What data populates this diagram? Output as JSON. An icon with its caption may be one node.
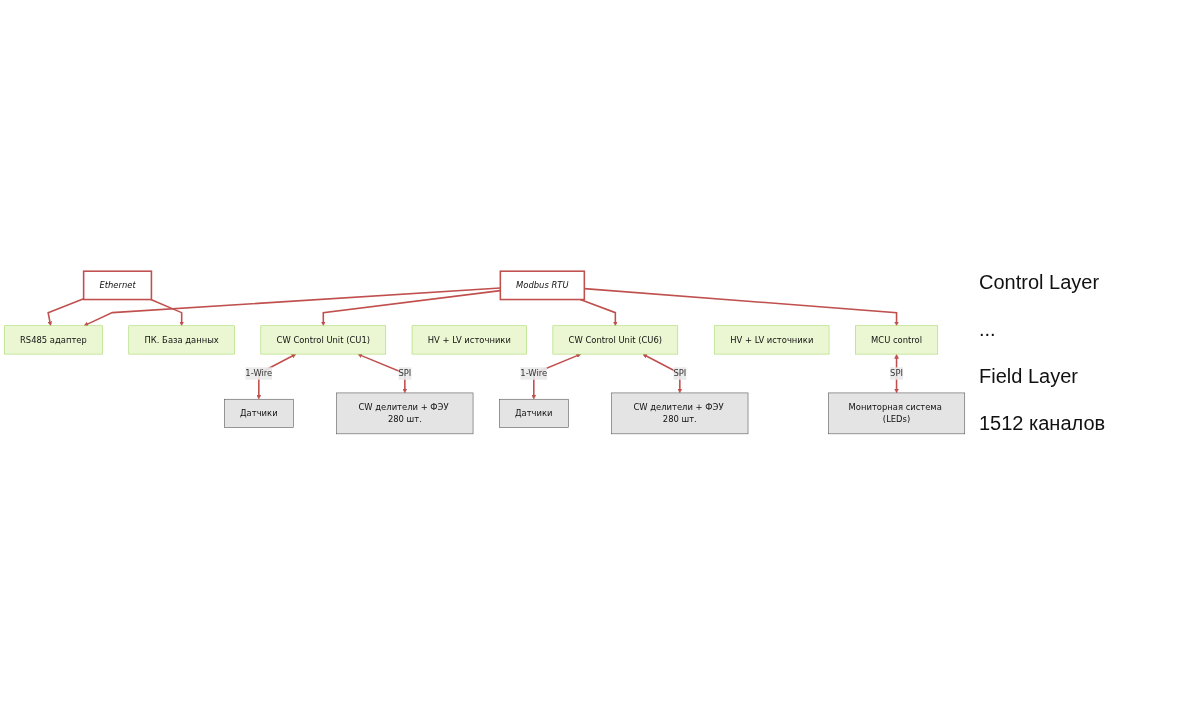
{
  "diagram": {
    "nodes": [
      {
        "text": [
          "Ethernet"
        ]
      },
      {
        "text": [
          "RS485 адаптер"
        ]
      },
      {
        "text": [
          "ПК. База данных"
        ]
      },
      {
        "text": [
          "Modbus RTU"
        ]
      },
      {
        "text": [
          "CW Control Unit (CU1)"
        ]
      },
      {
        "text": [
          "HV + LV источники"
        ]
      },
      {
        "text": [
          "Датчики"
        ]
      },
      {
        "text": [
          "CW делители + ФЭУ 280 шт."
        ]
      },
      {
        "text": [
          "CW Control Unit (CU6)"
        ]
      },
      {
        "text": [
          "HV + LV источники"
        ]
      },
      {
        "text": [
          "Датчики"
        ]
      },
      {
        "text": [
          "CW делители + ФЭУ 280 шт."
        ]
      },
      {
        "text": [
          "MCU control"
        ]
      },
      {
        "text": [
          "Мониторная система (LEDs)"
        ]
      }
    ],
    "edges": [
      {
        "from": 0,
        "to": 1,
        "arrow": "to"
      },
      {
        "from": 0,
        "to": 2,
        "arrow": "to"
      },
      {
        "from": 3,
        "to": 1,
        "arrow": "to"
      },
      {
        "from": 3,
        "to": 4,
        "arrow": "to"
      },
      {
        "from": 3,
        "to": 8,
        "arrow": "to"
      },
      {
        "from": 3,
        "to": 12,
        "arrow": "to"
      },
      {
        "from": 4,
        "to": 6,
        "arrow": "both",
        "label": "1-Wire"
      },
      {
        "from": 4,
        "to": 7,
        "arrow": "both",
        "label": "SPI"
      },
      {
        "from": 8,
        "to": 10,
        "arrow": "both",
        "label": "1-Wire"
      },
      {
        "from": 8,
        "to": 11,
        "arrow": "both",
        "label": "SPI"
      },
      {
        "from": 12,
        "to": 13,
        "arrow": "both",
        "label": "SPI"
      }
    ],
    "labels": [
      "Control Layer",
      "...",
      "Field Layer",
      "1512 каналов"
    ]
  }
}
